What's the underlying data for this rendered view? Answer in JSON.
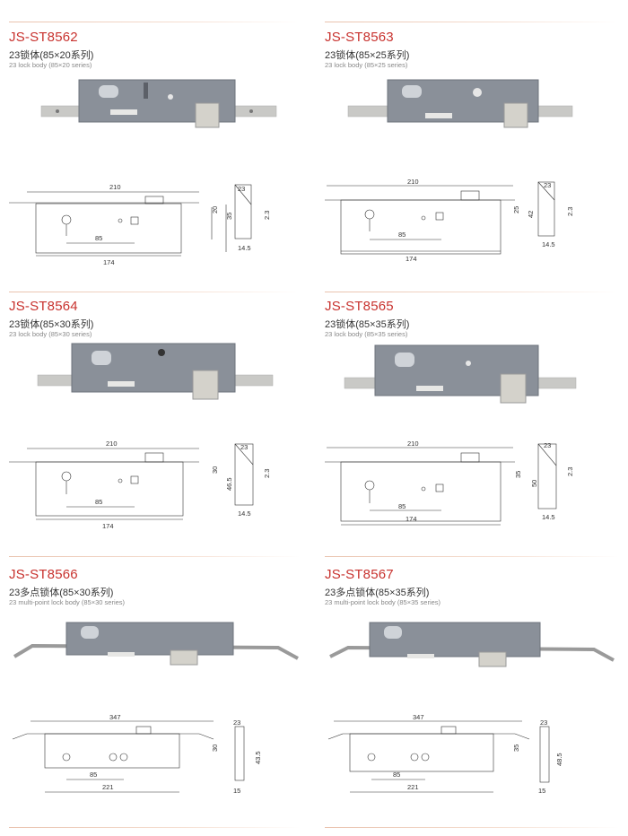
{
  "products": [
    {
      "code": "JS-ST8562",
      "title_cn": "23锁体(85×20系列)",
      "title_en": "23 lock body (85×20 series)",
      "dims": {
        "overall": "210",
        "backset": "85",
        "plate": "174",
        "depth": "20",
        "face": "23",
        "plate_w": "35",
        "thick": "2.3",
        "bolt": "14.5"
      }
    },
    {
      "code": "JS-ST8563",
      "title_cn": "23锁体(85×25系列)",
      "title_en": "23 lock body (85×25 series)",
      "dims": {
        "overall": "210",
        "backset": "85",
        "plate": "174",
        "depth": "25",
        "face": "23",
        "plate_w": "42",
        "thick": "2.3",
        "bolt": "14.5"
      }
    },
    {
      "code": "JS-ST8564",
      "title_cn": "23锁体(85×30系列)",
      "title_en": "23 lock body (85×30 series)",
      "dims": {
        "overall": "210",
        "backset": "85",
        "plate": "174",
        "depth": "30",
        "face": "23",
        "plate_w": "46.5",
        "thick": "2.3",
        "bolt": "14.5"
      }
    },
    {
      "code": "JS-ST8565",
      "title_cn": "23锁体(85×35系列)",
      "title_en": "23 lock body (85×35 series)",
      "dims": {
        "overall": "210",
        "backset": "85",
        "plate": "174",
        "depth": "35",
        "face": "23",
        "plate_w": "50",
        "thick": "2.3",
        "bolt": "14.5"
      }
    },
    {
      "code": "JS-ST8566",
      "title_cn": "23多点锁体(85×30系列)",
      "title_en": "23 multi-point lock body (85×30 series)",
      "dims": {
        "overall": "347",
        "backset": "85",
        "plate": "221",
        "depth": "30",
        "face": "23",
        "plate_w": "43.5",
        "bolt": "15"
      }
    },
    {
      "code": "JS-ST8567",
      "title_cn": "23多点锁体(85×35系列)",
      "title_en": "23 multi-point lock body (85×35 series)",
      "dims": {
        "overall": "347",
        "backset": "85",
        "plate": "221",
        "depth": "35",
        "face": "23",
        "plate_w": "48.5",
        "bolt": "15"
      }
    }
  ]
}
